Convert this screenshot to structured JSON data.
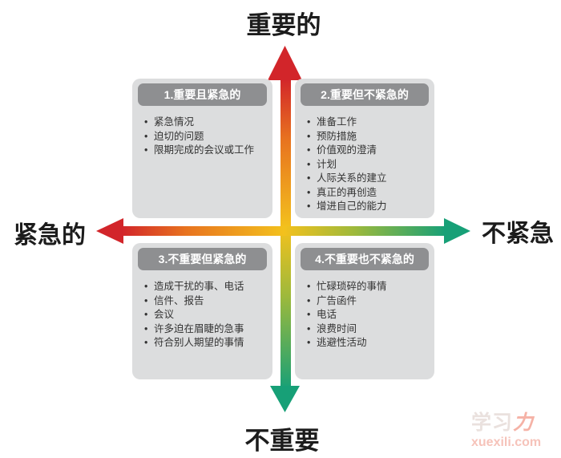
{
  "diagram": {
    "axes": {
      "top": "重要的",
      "bottom": "不重要",
      "left": "紧急的",
      "right": "不紧急"
    },
    "quadrants": [
      {
        "title": "1.重要且紧急的",
        "items": [
          "紧急情况",
          "迫切的问题",
          "限期完成的会议或工作"
        ]
      },
      {
        "title": "2.重要但不紧急的",
        "items": [
          "准备工作",
          "预防措施",
          "价值观的澄清",
          "计划",
          "人际关系的建立",
          "真正的再创造",
          "增进自己的能力"
        ]
      },
      {
        "title": "3.不重要但紧急的",
        "items": [
          "造成干扰的事、电话",
          "信件、报告",
          "会议",
          "许多迫在眉睫的急事",
          "符合别人期望的事情"
        ]
      },
      {
        "title": "4.不重要也不紧急的",
        "items": [
          "忙碌琐碎的事情",
          "广告函件",
          "电话",
          "浪费时间",
          "逃避性活动"
        ]
      }
    ]
  },
  "watermark": {
    "brand_part1": "学习",
    "brand_part2": "力",
    "domain": "xuexili.com"
  },
  "colors": {
    "red": "#d2252a",
    "orange": "#e8741f",
    "gold": "#f3c11d",
    "yellow_green": "#9db93c",
    "green": "#17a077",
    "box_bg": "#dcddde",
    "bar_bg": "#8e8f91",
    "wm_gray": "#eae1de",
    "wm_red": "#f5b2a6",
    "wm_domain": "#f6c3ba"
  }
}
